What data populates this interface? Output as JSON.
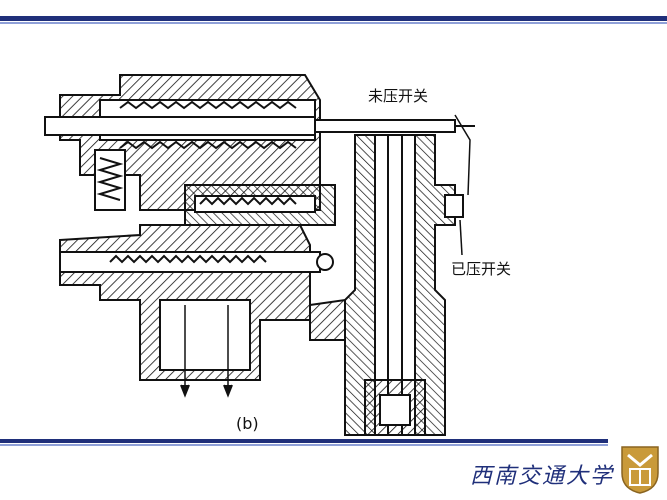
{
  "labels": {
    "unpressed_switch": "未压开关",
    "pressed_switch": "已压开关",
    "caption": "(b)"
  },
  "footer": {
    "university_name": "西南交通大学"
  },
  "colors": {
    "rule_dark": "#1f2f7a",
    "rule_light": "#8fa0d8",
    "logo_gold": "#c99a3a"
  }
}
